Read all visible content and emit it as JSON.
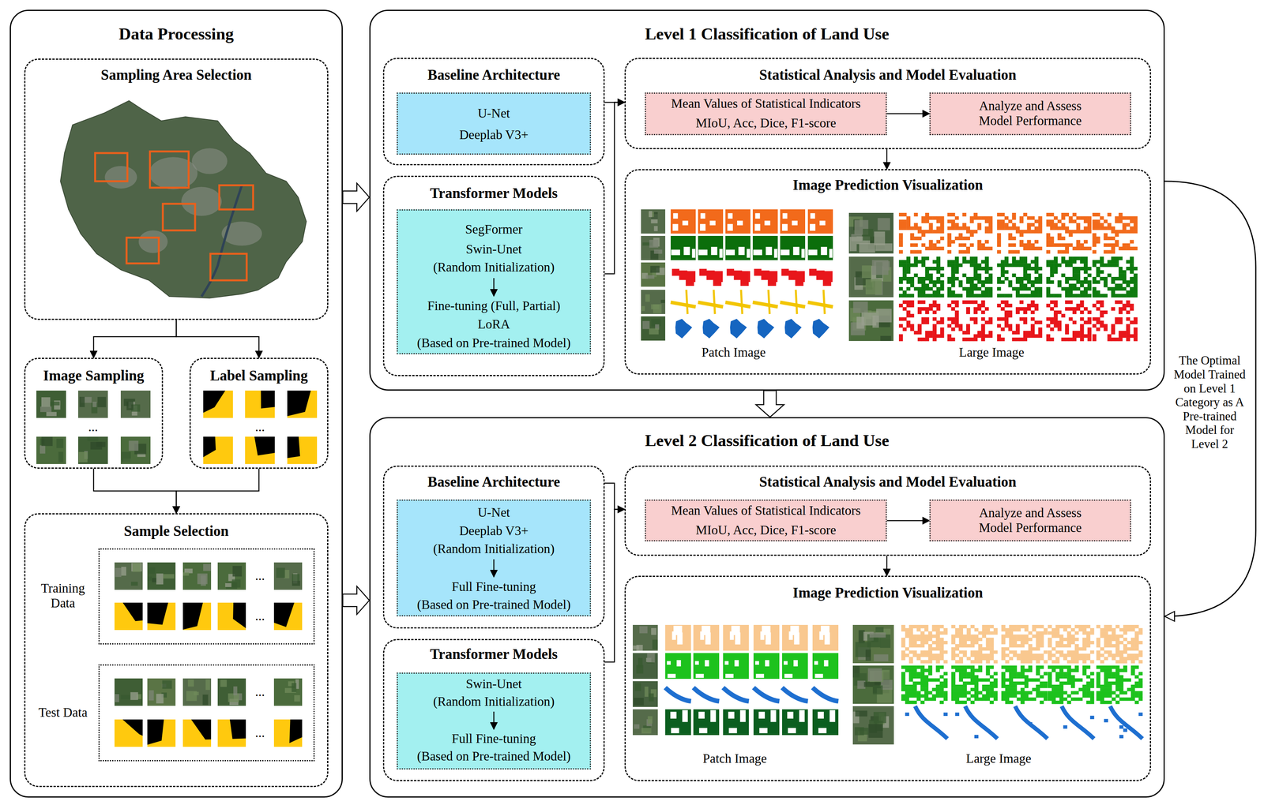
{
  "diagram": {
    "nodes": [
      {
        "text": [
          "Data Processing"
        ]
      },
      {
        "text": [
          "Sampling Area Selection"
        ],
        "in": 0
      },
      {
        "text": [
          "Image Sampling"
        ],
        "in": 0
      },
      {
        "text": [
          "Label Sampling"
        ],
        "in": 0
      },
      {
        "text": [
          "Sample Selection"
        ],
        "in": 0
      },
      {
        "text": [
          "Training Data"
        ],
        "in": 4
      },
      {
        "text": [
          "Test Data"
        ],
        "in": 4
      },
      {
        "text": [
          "Level 1 Classification of Land Use"
        ]
      },
      {
        "text": [
          "Baseline Architecture"
        ],
        "in": 7
      },
      {
        "text": [
          "U-Net",
          "Deeplab V3+"
        ],
        "in": 8
      },
      {
        "text": [
          "Transformer Models"
        ],
        "in": 7
      },
      {
        "text": [
          "SegFormer",
          "Swin-Unet",
          "(Random Initialization)",
          "Fine-tuning (Full, Partial)",
          "LoRA",
          "(Based on Pre-trained Model)"
        ],
        "in": 10
      },
      {
        "text": [
          "Statistical Analysis and Model Evaluation"
        ],
        "in": 7
      },
      {
        "text": [
          "Mean Values of Statistical Indicators",
          "MIoU, Acc, Dice, F1-score"
        ],
        "in": 12
      },
      {
        "text": [
          "Analyze and Assess Model Performance"
        ],
        "in": 12
      },
      {
        "text": [
          "Image Prediction Visualization",
          "Patch Image",
          "Large Image"
        ],
        "in": 7
      },
      {
        "text": [
          "Level 2 Classification of Land Use"
        ]
      },
      {
        "text": [
          "Baseline Architecture"
        ],
        "in": 16
      },
      {
        "text": [
          "U-Net",
          "Deeplab V3+",
          "(Random Initialization)",
          "Full Fine-tuning",
          "(Based on Pre-trained Model)"
        ],
        "in": 17
      },
      {
        "text": [
          "Transformer Models"
        ],
        "in": 16
      },
      {
        "text": [
          "Swin-Unet",
          "(Random Initialization)",
          "Full Fine-tuning",
          "(Based on Pre-trained Model)"
        ],
        "in": 19
      },
      {
        "text": [
          "Statistical Analysis and Model Evaluation"
        ],
        "in": 16
      },
      {
        "text": [
          "Mean Values of Statistical Indicators",
          "MIoU, Acc, Dice, F1-score"
        ],
        "in": 21
      },
      {
        "text": [
          "Analyze and Assess Model Performance"
        ],
        "in": 21
      },
      {
        "text": [
          "Image Prediction Visualization",
          "Patch Image",
          "Large Image"
        ],
        "in": 16
      }
    ],
    "edges": [
      {
        "from": 0,
        "to": 7,
        "arrow": "to"
      },
      {
        "from": 0,
        "to": 16,
        "arrow": "to"
      },
      {
        "from": 7,
        "to": 16,
        "arrow": "to"
      },
      {
        "from": 7,
        "to": 16,
        "arrow": "to",
        "label": "The Optimal Model Trained on Level 1 Category as A Pre-trained Model for Level 2"
      },
      {
        "from": 1,
        "to": 2,
        "arrow": "to"
      },
      {
        "from": 1,
        "to": 3,
        "arrow": "to"
      },
      {
        "from": 2,
        "to": 4,
        "arrow": "to"
      },
      {
        "from": 3,
        "to": 4,
        "arrow": "to"
      },
      {
        "from": 8,
        "to": 12,
        "arrow": "to"
      },
      {
        "from": 10,
        "to": 12,
        "arrow": "to"
      },
      {
        "from": 13,
        "to": 14,
        "arrow": "to"
      },
      {
        "from": 12,
        "to": 15,
        "arrow": "to"
      },
      {
        "from": 17,
        "to": 21,
        "arrow": "to"
      },
      {
        "from": 19,
        "to": 21,
        "arrow": "to"
      },
      {
        "from": 22,
        "to": 23,
        "arrow": "to"
      },
      {
        "from": 21,
        "to": 24,
        "arrow": "to"
      }
    ],
    "labels": [
      "...",
      "...",
      "...",
      "...",
      "...",
      "..."
    ]
  }
}
